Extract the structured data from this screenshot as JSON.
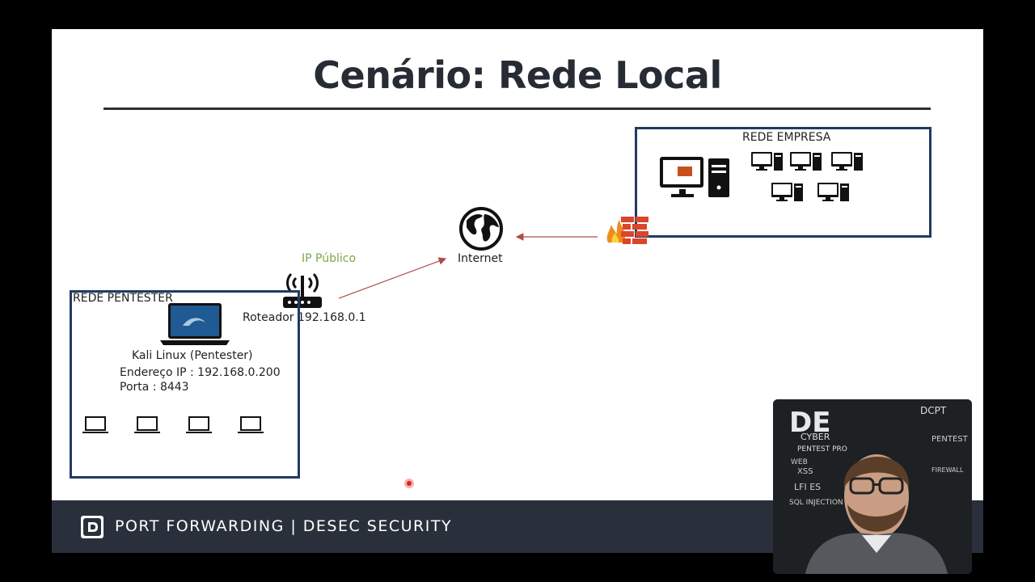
{
  "slide": {
    "title": "Cenário: Rede Local"
  },
  "internet": {
    "label": "Internet",
    "icon": "globe-icon"
  },
  "router": {
    "ip_publico_label": "IP Público",
    "label": "Roteador 192.168.0.1",
    "icon": "router-icon"
  },
  "pentester_network": {
    "title": "REDE PENTESTER",
    "host_name": "Kali Linux (Pentester)",
    "address": "Endereço IP : 192.168.0.200",
    "port": "Porta : 8443",
    "laptop_icon": "laptop-icon"
  },
  "company_network": {
    "title": "REDE EMPRESA",
    "firewall_icon": "firewall-icon",
    "server_icon": "computer-icon"
  },
  "footer": {
    "text": "PORT FORWARDING | DESEC SECURITY"
  },
  "colors": {
    "box_border": "#223a63",
    "ip_publico": "#7aa84a",
    "arrow": "#b04a4a",
    "footer_bg": "#2a303b"
  }
}
